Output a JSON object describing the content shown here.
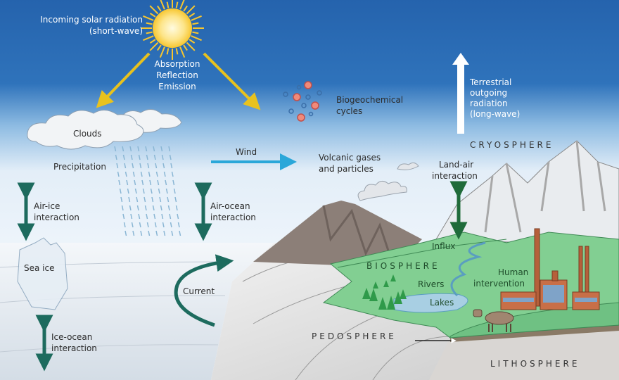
{
  "title": "Climate system components and interactions",
  "labels": {
    "solar_1": "Incoming solar radiation",
    "solar_2": "(short-wave)",
    "absorption": "Absorption",
    "reflection": "Reflection",
    "emission": "Emission",
    "biogeo_1": "Biogeochemical",
    "biogeo_2": "cycles",
    "terrestrial_1": "Terrestrial",
    "terrestrial_2": "outgoing",
    "terrestrial_3": "radiation",
    "terrestrial_4": "(long-wave)",
    "cryosphere": "CRYOSPHERE",
    "clouds": "Clouds",
    "precipitation": "Precipitation",
    "wind": "Wind",
    "volcanic_1": "Volcanic gases",
    "volcanic_2": "and particles",
    "landair_1": "Land-air",
    "landair_2": "interaction",
    "airice_1": "Air-ice",
    "airice_2": "interaction",
    "airocean_1": "Air-ocean",
    "airocean_2": "interaction",
    "seaice": "Sea ice",
    "current": "Current",
    "iceocean_1": "Ice-ocean",
    "iceocean_2": "interaction",
    "influx": "Influx",
    "biosphere": "BIOSPHERE",
    "rivers": "Rivers",
    "human_1": "Human",
    "human_2": "intervention",
    "lakes": "Lakes",
    "pedosphere": "PEDOSPHERE",
    "lithosphere": "LITHOSPHERE"
  },
  "colors": {
    "sky_top": "#2563ad",
    "sun": "#f7c62f",
    "solar_arrow": "#e8c21e",
    "wind_arrow": "#2aa7d9",
    "interaction_arrow": "#1d6b5e",
    "land_green": "#7fcf8f",
    "mountain": "#8c7f78"
  }
}
